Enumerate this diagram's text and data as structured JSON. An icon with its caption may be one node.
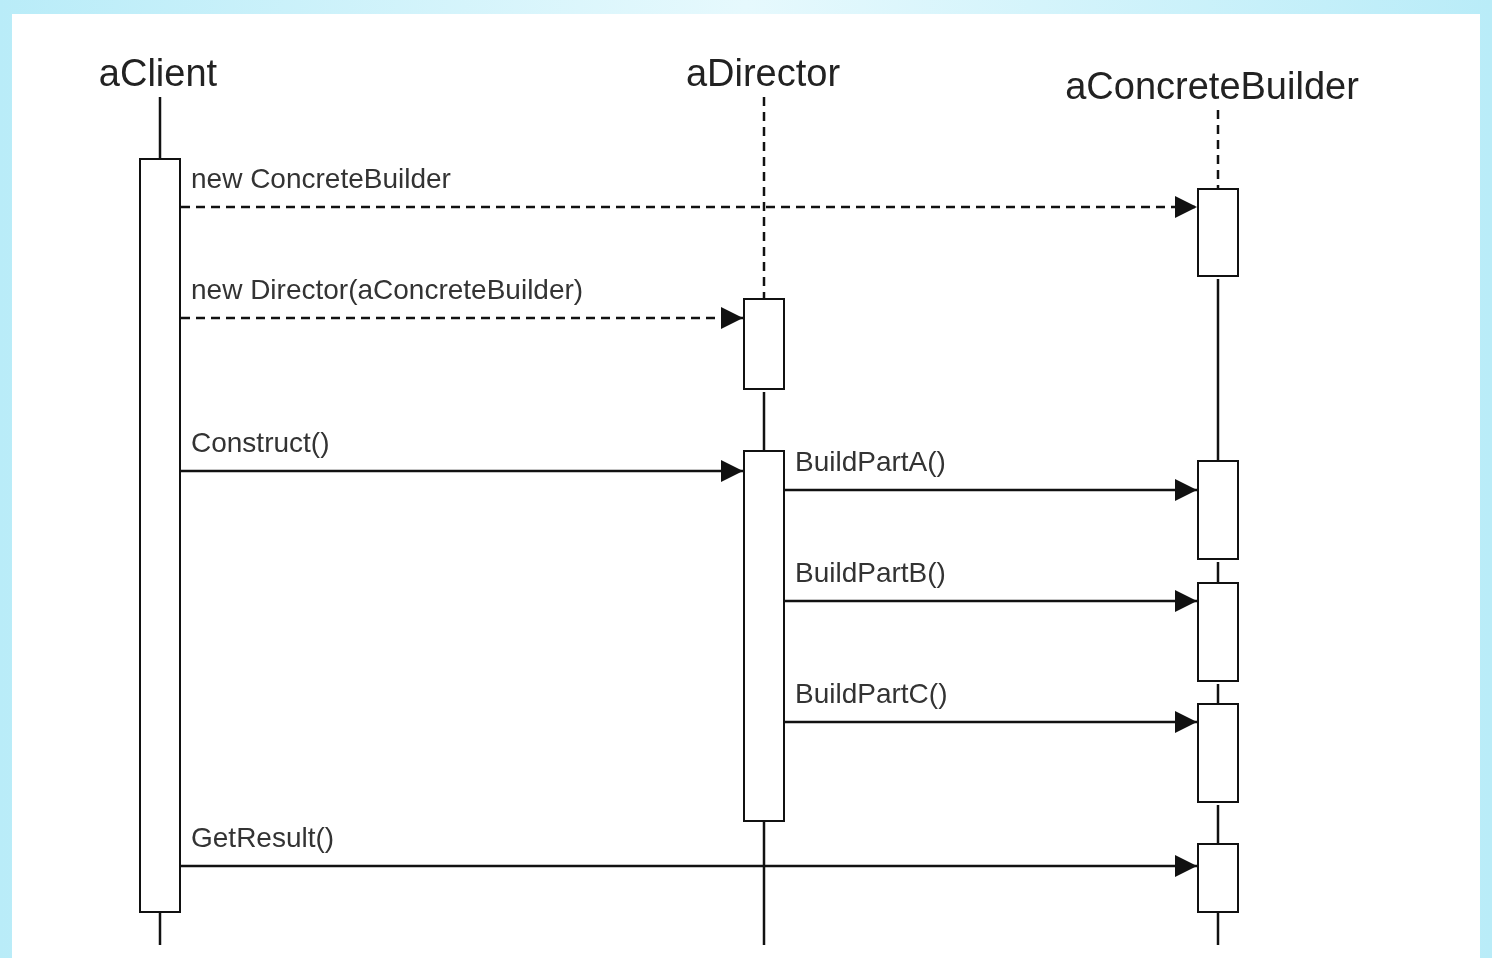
{
  "diagram": {
    "nodes": [
      {
        "text": [
          "aClient"
        ]
      },
      {
        "text": [
          "aDirector"
        ]
      },
      {
        "text": [
          "aConcreteBuilder"
        ]
      },
      {
        "text": [],
        "shape": "bar"
      },
      {
        "text": [],
        "shape": "bar"
      },
      {
        "text": [],
        "shape": "bar"
      },
      {
        "text": [],
        "shape": "bar"
      },
      {
        "text": [],
        "shape": "bar"
      },
      {
        "text": [],
        "shape": "bar"
      },
      {
        "text": [],
        "shape": "bar"
      },
      {
        "text": [],
        "shape": "bar"
      }
    ],
    "edges": [
      {
        "from": 3,
        "to": 6,
        "arrow": "to",
        "label": "new ConcreteBuilder",
        "style": "dashed"
      },
      {
        "from": 3,
        "to": 4,
        "arrow": "to",
        "label": "new Director(aConcreteBuilder)",
        "style": "dashed"
      },
      {
        "from": 3,
        "to": 5,
        "arrow": "to",
        "label": "Construct()"
      },
      {
        "from": 5,
        "to": 7,
        "arrow": "to",
        "label": "BuildPartA()"
      },
      {
        "from": 5,
        "to": 8,
        "arrow": "to",
        "label": "BuildPartB()"
      },
      {
        "from": 5,
        "to": 9,
        "arrow": "to",
        "label": "BuildPartC()"
      },
      {
        "from": 3,
        "to": 10,
        "arrow": "to",
        "label": "GetResult()"
      },
      {
        "from": 0,
        "to": 3,
        "arrow": "none"
      },
      {
        "from": 3,
        "to": null,
        "arrow": "none"
      },
      {
        "from": 1,
        "to": 4,
        "arrow": "none",
        "style": "dashed"
      },
      {
        "from": 4,
        "to": 5,
        "arrow": "none"
      },
      {
        "from": 5,
        "to": null,
        "arrow": "none"
      },
      {
        "from": 2,
        "to": 6,
        "arrow": "none",
        "style": "dashed"
      },
      {
        "from": 6,
        "to": 7,
        "arrow": "none"
      },
      {
        "from": 7,
        "to": 8,
        "arrow": "none"
      },
      {
        "from": 8,
        "to": 9,
        "arrow": "none"
      },
      {
        "from": 9,
        "to": 10,
        "arrow": "none"
      },
      {
        "from": 10,
        "to": null,
        "arrow": "none"
      }
    ]
  }
}
